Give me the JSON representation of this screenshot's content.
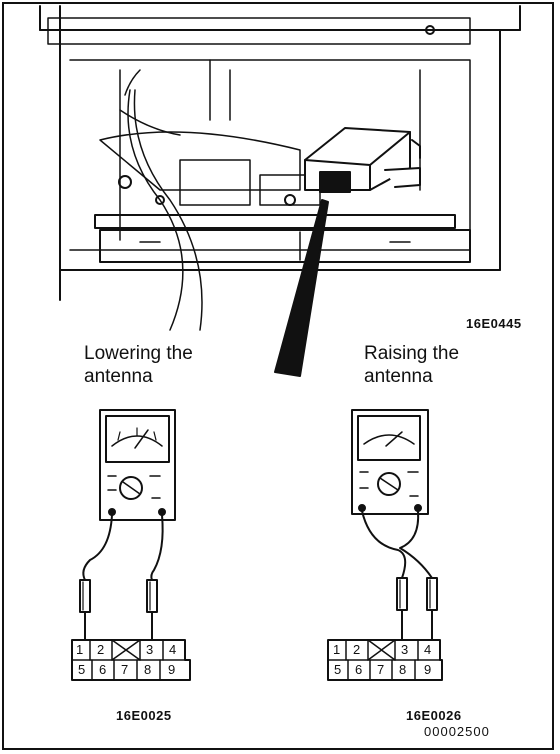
{
  "figure": {
    "photo_code": "16E0445",
    "lowering": {
      "line1": "Lowering the",
      "line2": "antenna",
      "code": "16E0025",
      "connector_top": [
        "1",
        "2",
        "3",
        "4"
      ],
      "connector_bottom": [
        "5",
        "6",
        "7",
        "8",
        "9"
      ]
    },
    "raising": {
      "line1": "Raising the",
      "line2": "antenna",
      "code": "16E0026",
      "connector_top": [
        "1",
        "2",
        "3",
        "4"
      ],
      "connector_bottom": [
        "5",
        "6",
        "7",
        "8",
        "9"
      ]
    },
    "page_code": "00002500"
  }
}
